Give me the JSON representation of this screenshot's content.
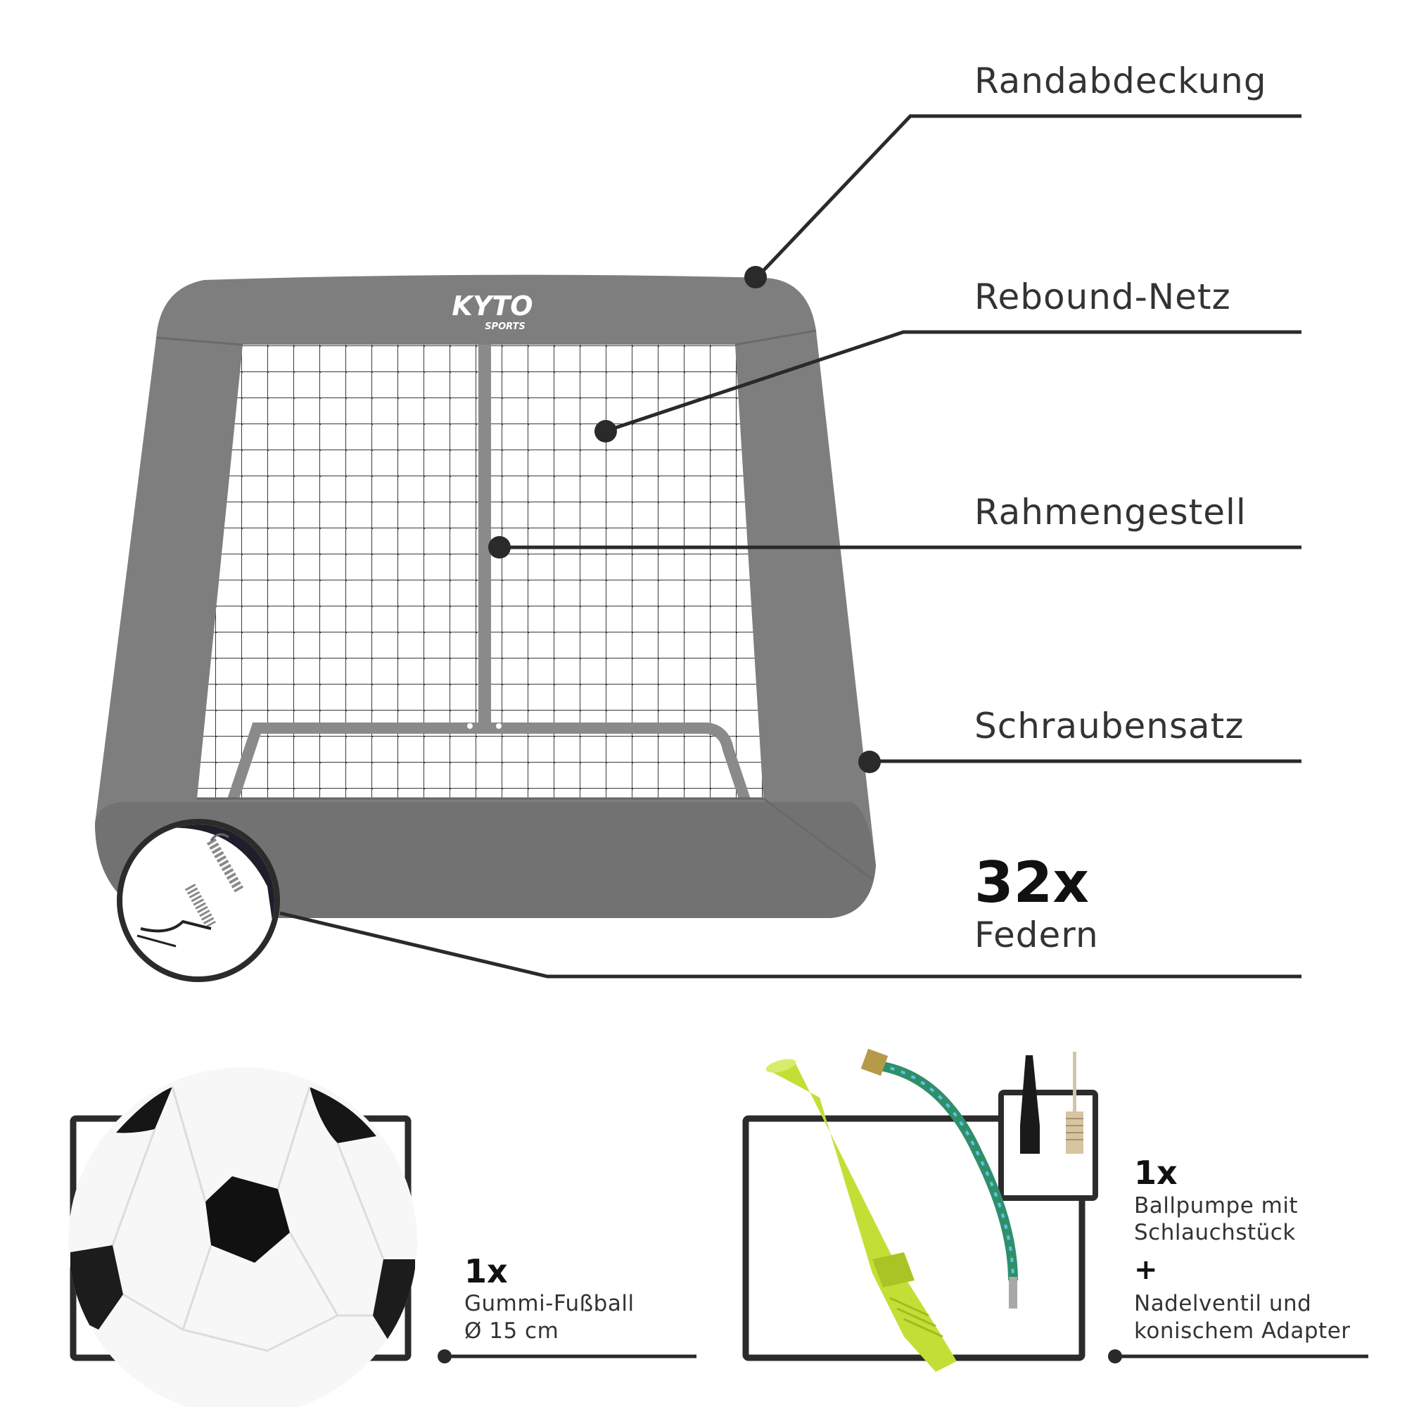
{
  "brand": {
    "name": "KYTO",
    "sub": "SPORTS"
  },
  "callouts": {
    "edge_cover": "Randabdeckung",
    "rebound_net": "Rebound-Netz",
    "frame": "Rahmengestell",
    "screw_set": "Schraubensatz"
  },
  "springs": {
    "count": "32x",
    "label": "Federn"
  },
  "ball": {
    "count": "1x",
    "line1": "Gummi-Fußball",
    "line2": "Ø 15 cm"
  },
  "pump": {
    "count": "1x",
    "line1": "Ballpumpe mit",
    "line2": "Schlauchstück",
    "plus": "+",
    "line3": "Nadelventil und",
    "line4": "konischem Adapter"
  },
  "colors": {
    "frame_grey": "#7e7e7e",
    "frame_dark": "#6d6d6d",
    "line_dark": "#2a2a2a",
    "pump_green": "#c3df35",
    "hose_green": "#2f8f6a"
  }
}
